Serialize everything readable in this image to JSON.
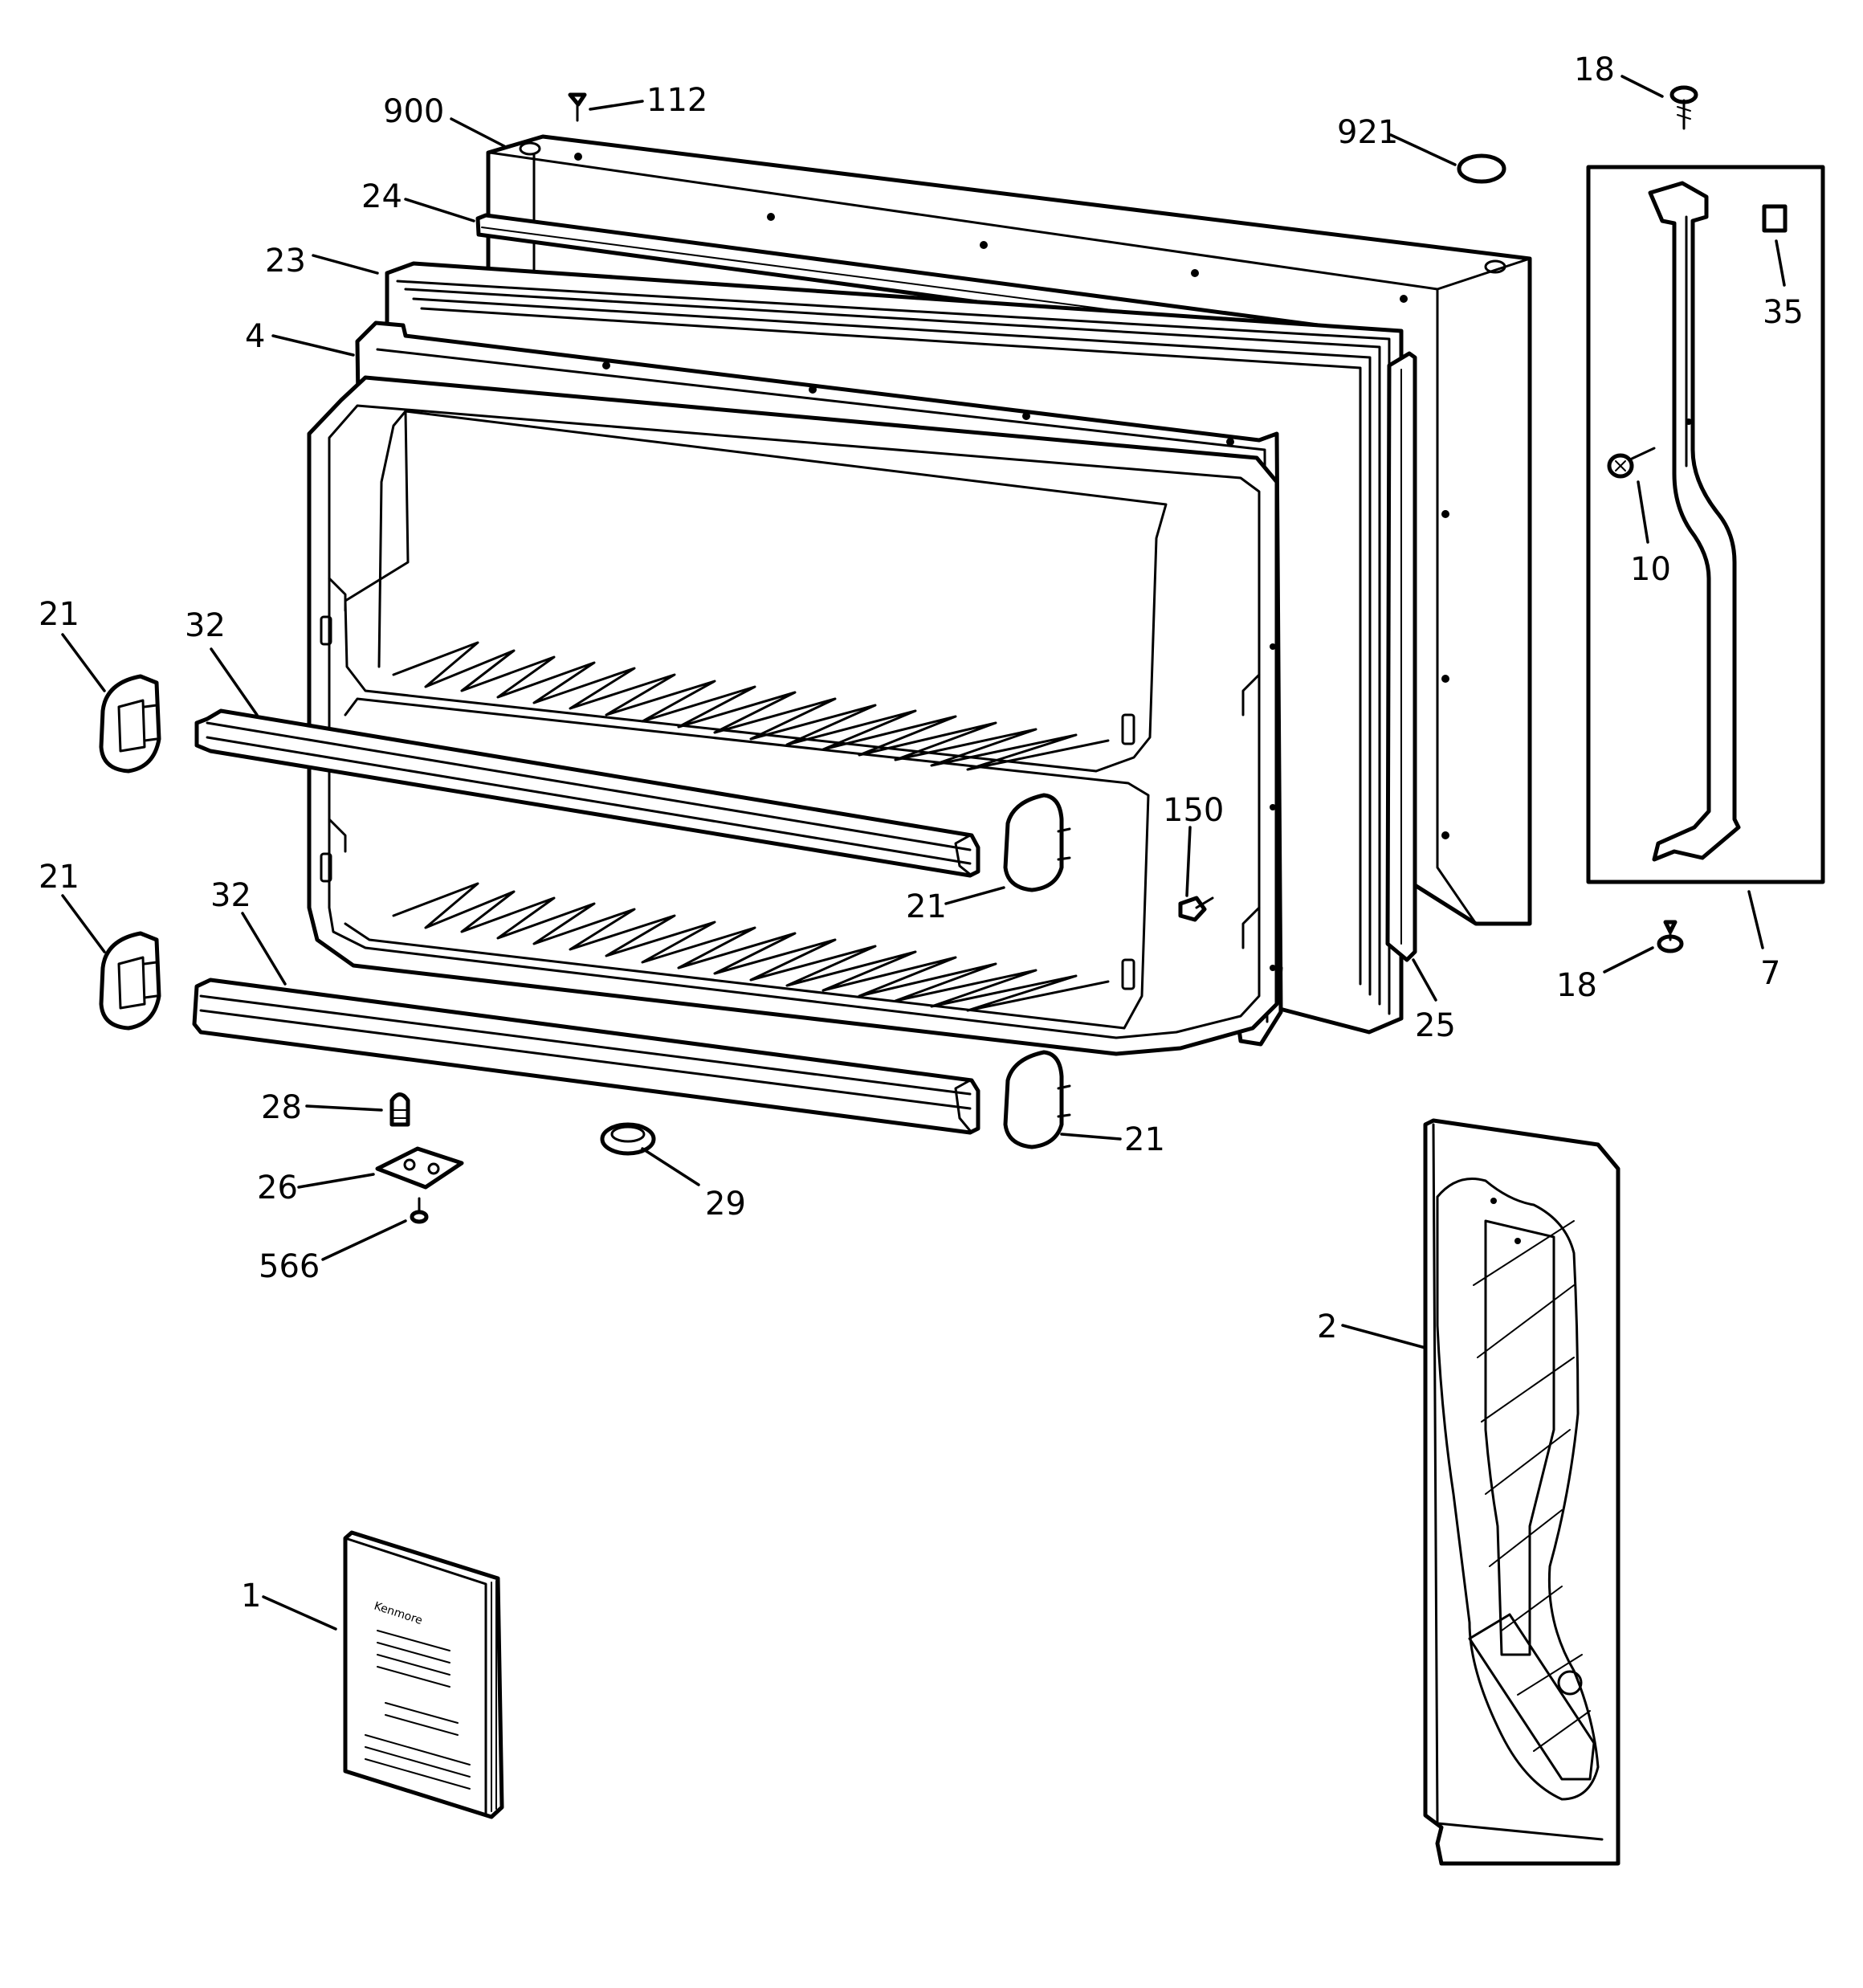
{
  "callouts": [
    {
      "id": "900",
      "text": "900"
    },
    {
      "id": "112",
      "text": "112"
    },
    {
      "id": "921",
      "text": "921"
    },
    {
      "id": "18a",
      "text": "18"
    },
    {
      "id": "24",
      "text": "24"
    },
    {
      "id": "23",
      "text": "23"
    },
    {
      "id": "4",
      "text": "4"
    },
    {
      "id": "35",
      "text": "35"
    },
    {
      "id": "10",
      "text": "10"
    },
    {
      "id": "21a",
      "text": "21"
    },
    {
      "id": "32a",
      "text": "32"
    },
    {
      "id": "150",
      "text": "150"
    },
    {
      "id": "21b",
      "text": "21"
    },
    {
      "id": "21c",
      "text": "21"
    },
    {
      "id": "32b",
      "text": "32"
    },
    {
      "id": "18b",
      "text": "18"
    },
    {
      "id": "7",
      "text": "7"
    },
    {
      "id": "25",
      "text": "25"
    },
    {
      "id": "28",
      "text": "28"
    },
    {
      "id": "21d",
      "text": "21"
    },
    {
      "id": "26",
      "text": "26"
    },
    {
      "id": "29",
      "text": "29"
    },
    {
      "id": "566",
      "text": "566"
    },
    {
      "id": "2",
      "text": "2"
    },
    {
      "id": "1",
      "text": "1"
    }
  ],
  "manual": {
    "brand": "Kenmore"
  },
  "colors": {
    "line": "#000000",
    "background": "#ffffff"
  }
}
